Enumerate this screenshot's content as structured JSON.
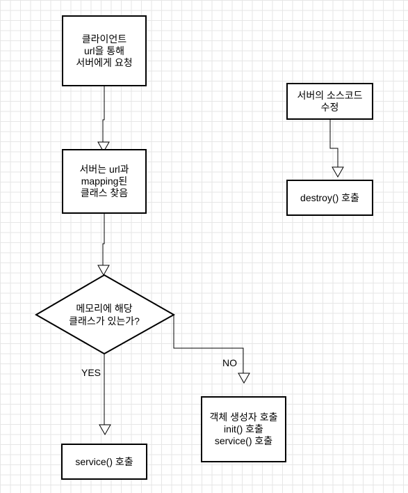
{
  "nodes": {
    "client_request": "클라이언트\nurl을 통해\n서버에게 요청",
    "find_class": "서버는 url과\nmapping된\n클래스 찾음",
    "decision": "메모리에 해당\n클래스가 있는가?",
    "service_call": "service() 호출",
    "create_object": "객체 생성자 호출\ninit() 호출\nservice() 호출",
    "modify_source": "서버의 소스코드\n수정",
    "destroy_call": "destroy() 호출"
  },
  "edges": {
    "yes_label": "YES",
    "no_label": "NO"
  }
}
